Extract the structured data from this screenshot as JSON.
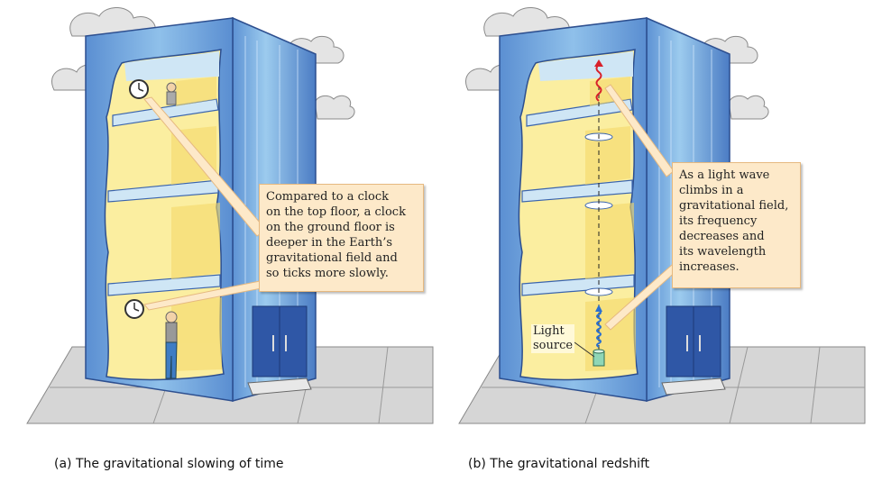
{
  "panel_a": {
    "callout": "Compared to a clock\non the top floor, a clock\non the ground floor is\ndeeper in the Earth’s\ngravitational field and\nso ticks more slowly.",
    "caption": "(a) The gravitational slowing of time"
  },
  "panel_b": {
    "callout": "As a light wave\nclimbs in a\ngravitational field,\nits frequency\ndecreases and\nits wavelength\nincreases.",
    "light_label": "Light\nsource",
    "caption": "(b) The gravitational redshift"
  },
  "colors": {
    "building_blue": "#6f9fd8",
    "building_dark": "#3a64ad",
    "interior_yellow": "#fbeea0",
    "interior_sky": "#cfe6f5",
    "callout_fill": "#fde9c9",
    "redshift_wave": "#d8202a",
    "blueshift_wave": "#2a6fd0",
    "cloud": "#e2e2e2",
    "sidewalk": "#cfcfcf"
  },
  "icons": [
    "clock-icon",
    "person-icon",
    "cloud-icon",
    "light-source-icon",
    "wave-icon",
    "door-icon"
  ]
}
